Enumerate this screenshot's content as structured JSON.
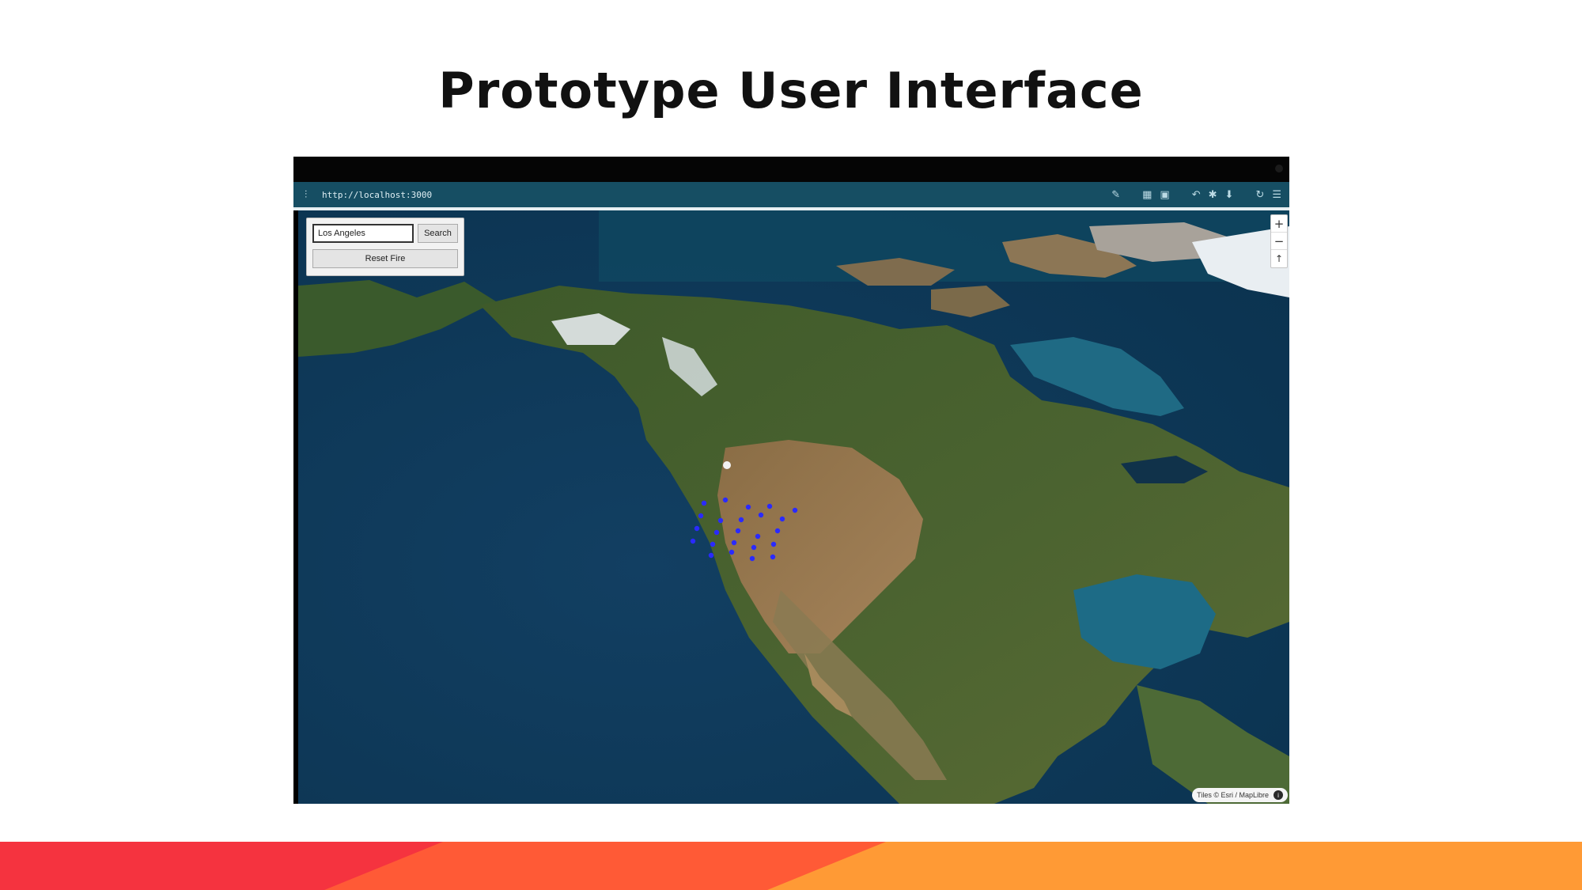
{
  "slide": {
    "title": "Prototype User Interface"
  },
  "browser": {
    "back_icon": "back-arrow-icon",
    "url": "http://localhost:3000",
    "toolbar_icons": [
      "pencil-icon",
      "grid-icon",
      "box-icon",
      "undo-icon",
      "settings-icon",
      "download-icon",
      "refresh-icon",
      "menu-icon"
    ]
  },
  "controls": {
    "search_value": "Los Angeles",
    "search_label": "Search",
    "reset_label": "Reset Fire"
  },
  "zoom": {
    "in_label": "+",
    "out_label": "−",
    "compass_label": "↑"
  },
  "attribution": {
    "text": "Tiles © Esri / MapLibre",
    "info_label": "i"
  },
  "colors": {
    "footer_left": "#f5333f",
    "footer_mid": "#ff5a36",
    "footer_right": "#ff9a35",
    "browser_bar": "#164e63",
    "fire_marker": "#2a2aff"
  }
}
